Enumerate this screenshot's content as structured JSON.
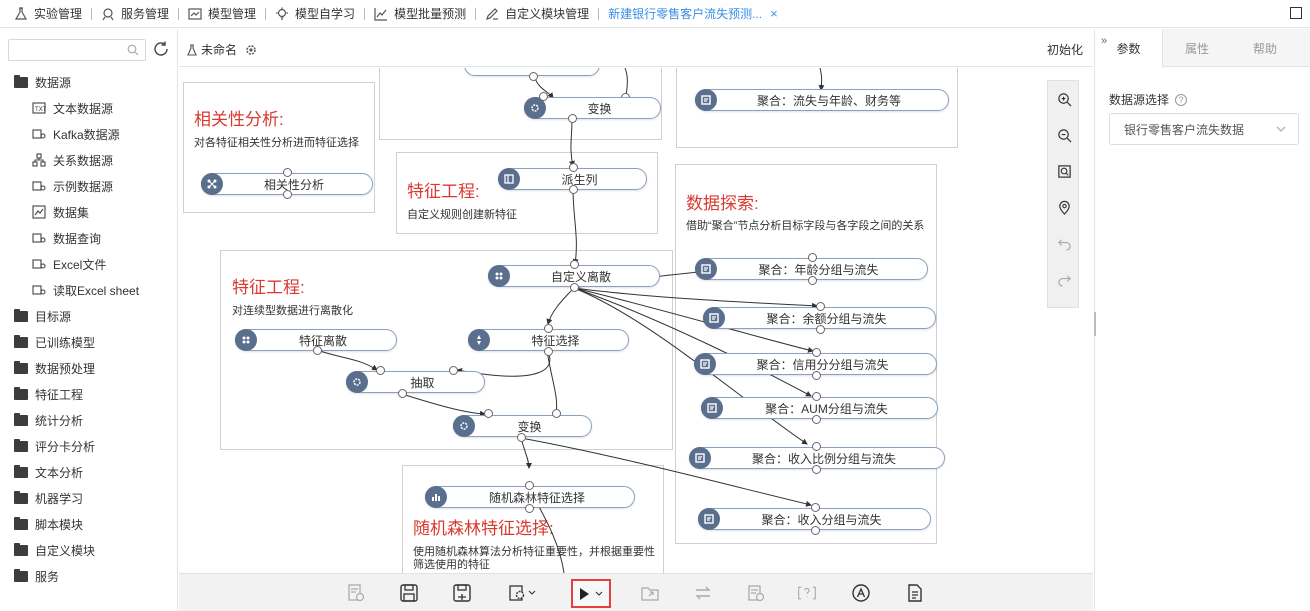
{
  "tabs": [
    {
      "label": "实验管理",
      "icon": "flask-icon"
    },
    {
      "label": "服务管理",
      "icon": "service-icon"
    },
    {
      "label": "模型管理",
      "icon": "chart-icon"
    },
    {
      "label": "模型自学习",
      "icon": "bulb-icon"
    },
    {
      "label": "模型批量预测",
      "icon": "line-chart-icon"
    },
    {
      "label": "自定义模块管理",
      "icon": "edit-icon"
    },
    {
      "label": "新建银行零售客户流失预测...",
      "icon": "",
      "active": true
    }
  ],
  "sidebar": {
    "search_placeholder": "",
    "tree": [
      {
        "label": "数据源",
        "type": "cat",
        "open": true
      },
      {
        "label": "文本数据源",
        "type": "child",
        "icon": "text-source-icon"
      },
      {
        "label": "Kafka数据源",
        "type": "child",
        "icon": "kafka-icon"
      },
      {
        "label": "关系数据源",
        "type": "child",
        "icon": "relation-icon"
      },
      {
        "label": "示例数据源",
        "type": "child",
        "icon": "sample-icon"
      },
      {
        "label": "数据集",
        "type": "child",
        "icon": "dataset-icon"
      },
      {
        "label": "数据查询",
        "type": "child",
        "icon": "query-icon"
      },
      {
        "label": "Excel文件",
        "type": "child",
        "icon": "excel-icon"
      },
      {
        "label": "读取Excel sheet",
        "type": "child",
        "icon": "excel-sheet-icon"
      },
      {
        "label": "目标源",
        "type": "cat"
      },
      {
        "label": "已训练模型",
        "type": "cat"
      },
      {
        "label": "数据预处理",
        "type": "cat"
      },
      {
        "label": "特征工程",
        "type": "cat"
      },
      {
        "label": "统计分析",
        "type": "cat"
      },
      {
        "label": "评分卡分析",
        "type": "cat"
      },
      {
        "label": "文本分析",
        "type": "cat"
      },
      {
        "label": "机器学习",
        "type": "cat"
      },
      {
        "label": "脚本模块",
        "type": "cat"
      },
      {
        "label": "自定义模块",
        "type": "cat"
      },
      {
        "label": "服务",
        "type": "cat"
      }
    ]
  },
  "canvas_header": {
    "title": "未命名",
    "init_label": "初始化"
  },
  "groups": {
    "corr": {
      "title": "相关性分析:",
      "desc": "对各特征相关性分析进而特征选择"
    },
    "fe1": {
      "title": "特征工程:",
      "desc": "自定义规则创建新特征"
    },
    "fe2": {
      "title": "特征工程:",
      "desc": "对连续型数据进行离散化"
    },
    "explore": {
      "title": "数据探索:",
      "desc": "借助“聚合”节点分析目标字段与各字段之间的关系"
    },
    "rf": {
      "title": "随机森林特征选择:",
      "desc": "使用随机森林算法分析特征重要性，并根据重要性筛选使用的特征"
    }
  },
  "nodes": {
    "n_top": "",
    "n_transform1": "变换",
    "n_agg_top": "聚合：流失与年龄、财务等",
    "n_corr": "相关性分析",
    "n_derive": "派生列",
    "n_discretize": "自定义离散",
    "n_agg_age": "聚合：年龄分组与流失",
    "n_agg_balance": "聚合：余额分组与流失",
    "n_agg_credit": "聚合：信用分分组与流失",
    "n_agg_aum": "聚合：AUM分组与流失",
    "n_agg_income_ratio": "聚合：收入比例分组与流失",
    "n_agg_income": "聚合：收入分组与流失",
    "n_featdisc": "特征离散",
    "n_featsel": "特征选择",
    "n_extract": "抽取",
    "n_transform2": "变换",
    "n_rf": "随机森林特征选择"
  },
  "right_panel": {
    "tabs": [
      "参数",
      "属性",
      "帮助"
    ],
    "active_tab": "参数",
    "field_label": "数据源选择",
    "field_value": "银行零售客户流失数据"
  },
  "colors": {
    "accent": "#3a8ee6",
    "title_red": "#d93a2f",
    "node_icon": "#5a6f8e",
    "run_border": "#e04040"
  }
}
